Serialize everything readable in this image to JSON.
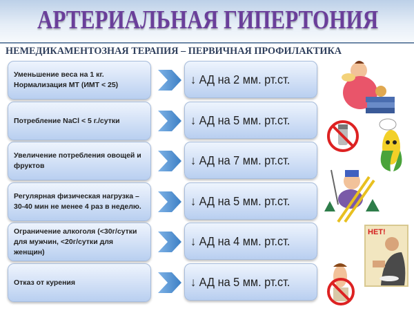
{
  "title": "АРТЕРИАЛЬНАЯ ГИПЕРТОНИЯ",
  "subtitle": "НЕМЕДИКАМЕНТОЗНАЯ ТЕРАПИЯ – ПЕРВИЧНАЯ  ПРОФИЛАКТИКА",
  "rows": [
    {
      "measure": "Уменьшение веса на 1 кг. Нормализация МТ (ИМТ < 25)",
      "effect": "↓ АД на 2 мм. рт.ст."
    },
    {
      "measure": "Потребление NaCl < 5 г./сутки",
      "effect": "↓ АД на 5 мм. рт.ст."
    },
    {
      "measure": "Увеличение потребления овощей и фруктов",
      "effect": "↓ АД на 7 мм. рт.ст."
    },
    {
      "measure": "Регулярная физическая нагрузка – 30-40 мин не менее 4 раз в неделю.",
      "effect": "↓ АД на 5 мм. рт.ст."
    },
    {
      "measure": "Ограничение алкоголя (<30г/сутки для мужчин, <20г/сутки для женщин)",
      "effect": "↓ АД на 4 мм. рт.ст."
    },
    {
      "measure": "Отказ от курения",
      "effect": "↓ АД на 5 мм. рт.ст."
    }
  ],
  "poster_text": "НЕТ!",
  "colors": {
    "title": "#6a3f9a",
    "box": "#b9cff0",
    "arrow": "#4a8fd0"
  }
}
